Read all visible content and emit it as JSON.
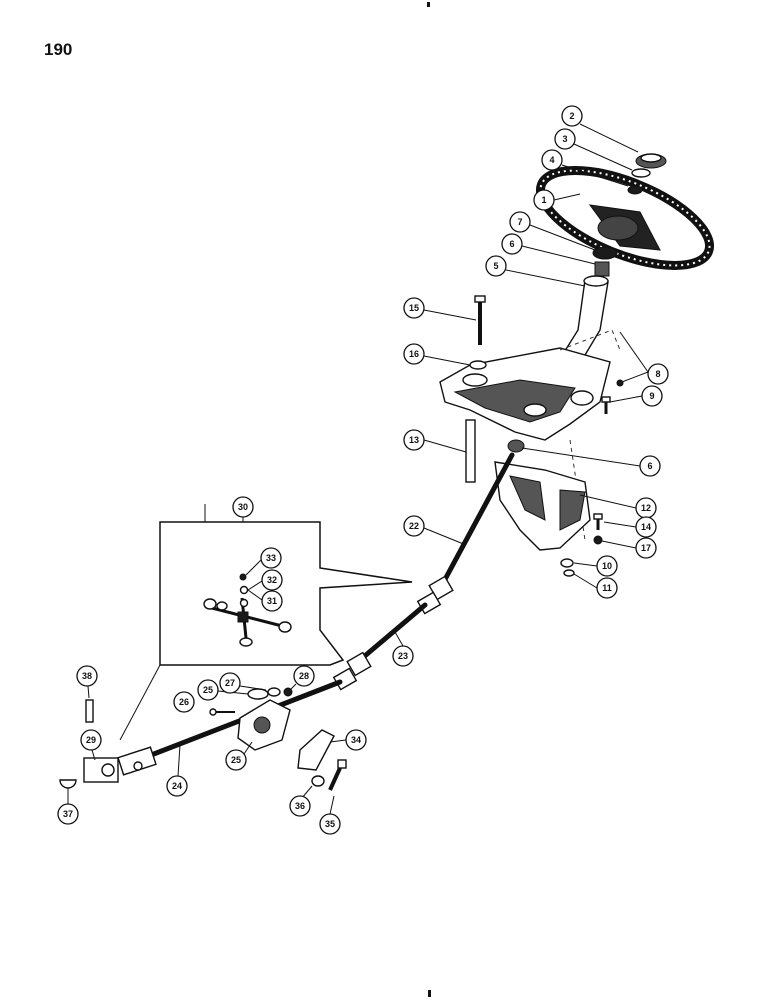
{
  "page_number": "190",
  "callouts": [
    "1",
    "2",
    "3",
    "4",
    "5",
    "6",
    "6",
    "7",
    "8",
    "9",
    "10",
    "11",
    "12",
    "13",
    "14",
    "15",
    "16",
    "17",
    "22",
    "23",
    "24",
    "25",
    "25",
    "26",
    "27",
    "28",
    "29",
    "30",
    "31",
    "32",
    "33",
    "34",
    "35",
    "36",
    "37",
    "38"
  ]
}
